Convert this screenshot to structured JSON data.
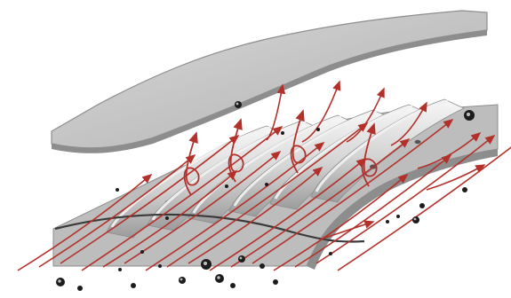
{
  "figure": {
    "kind": "illustration",
    "components": [
      "top-plate",
      "corrugated-plate",
      "flow-arrows",
      "particles"
    ]
  },
  "colors": {
    "background": "#ffffff",
    "plate": "#b9b9b9",
    "plate_light": "#d8d8d8",
    "plate_dark": "#8d8d8d",
    "ridge_highlight": "#f2f2f2",
    "arrow": "#b3312b",
    "particle": "#1c1c1c",
    "curve": "#3a3a3a"
  },
  "counts": {
    "ridges": 6,
    "flow_arrows": 16,
    "vortices": 4
  }
}
